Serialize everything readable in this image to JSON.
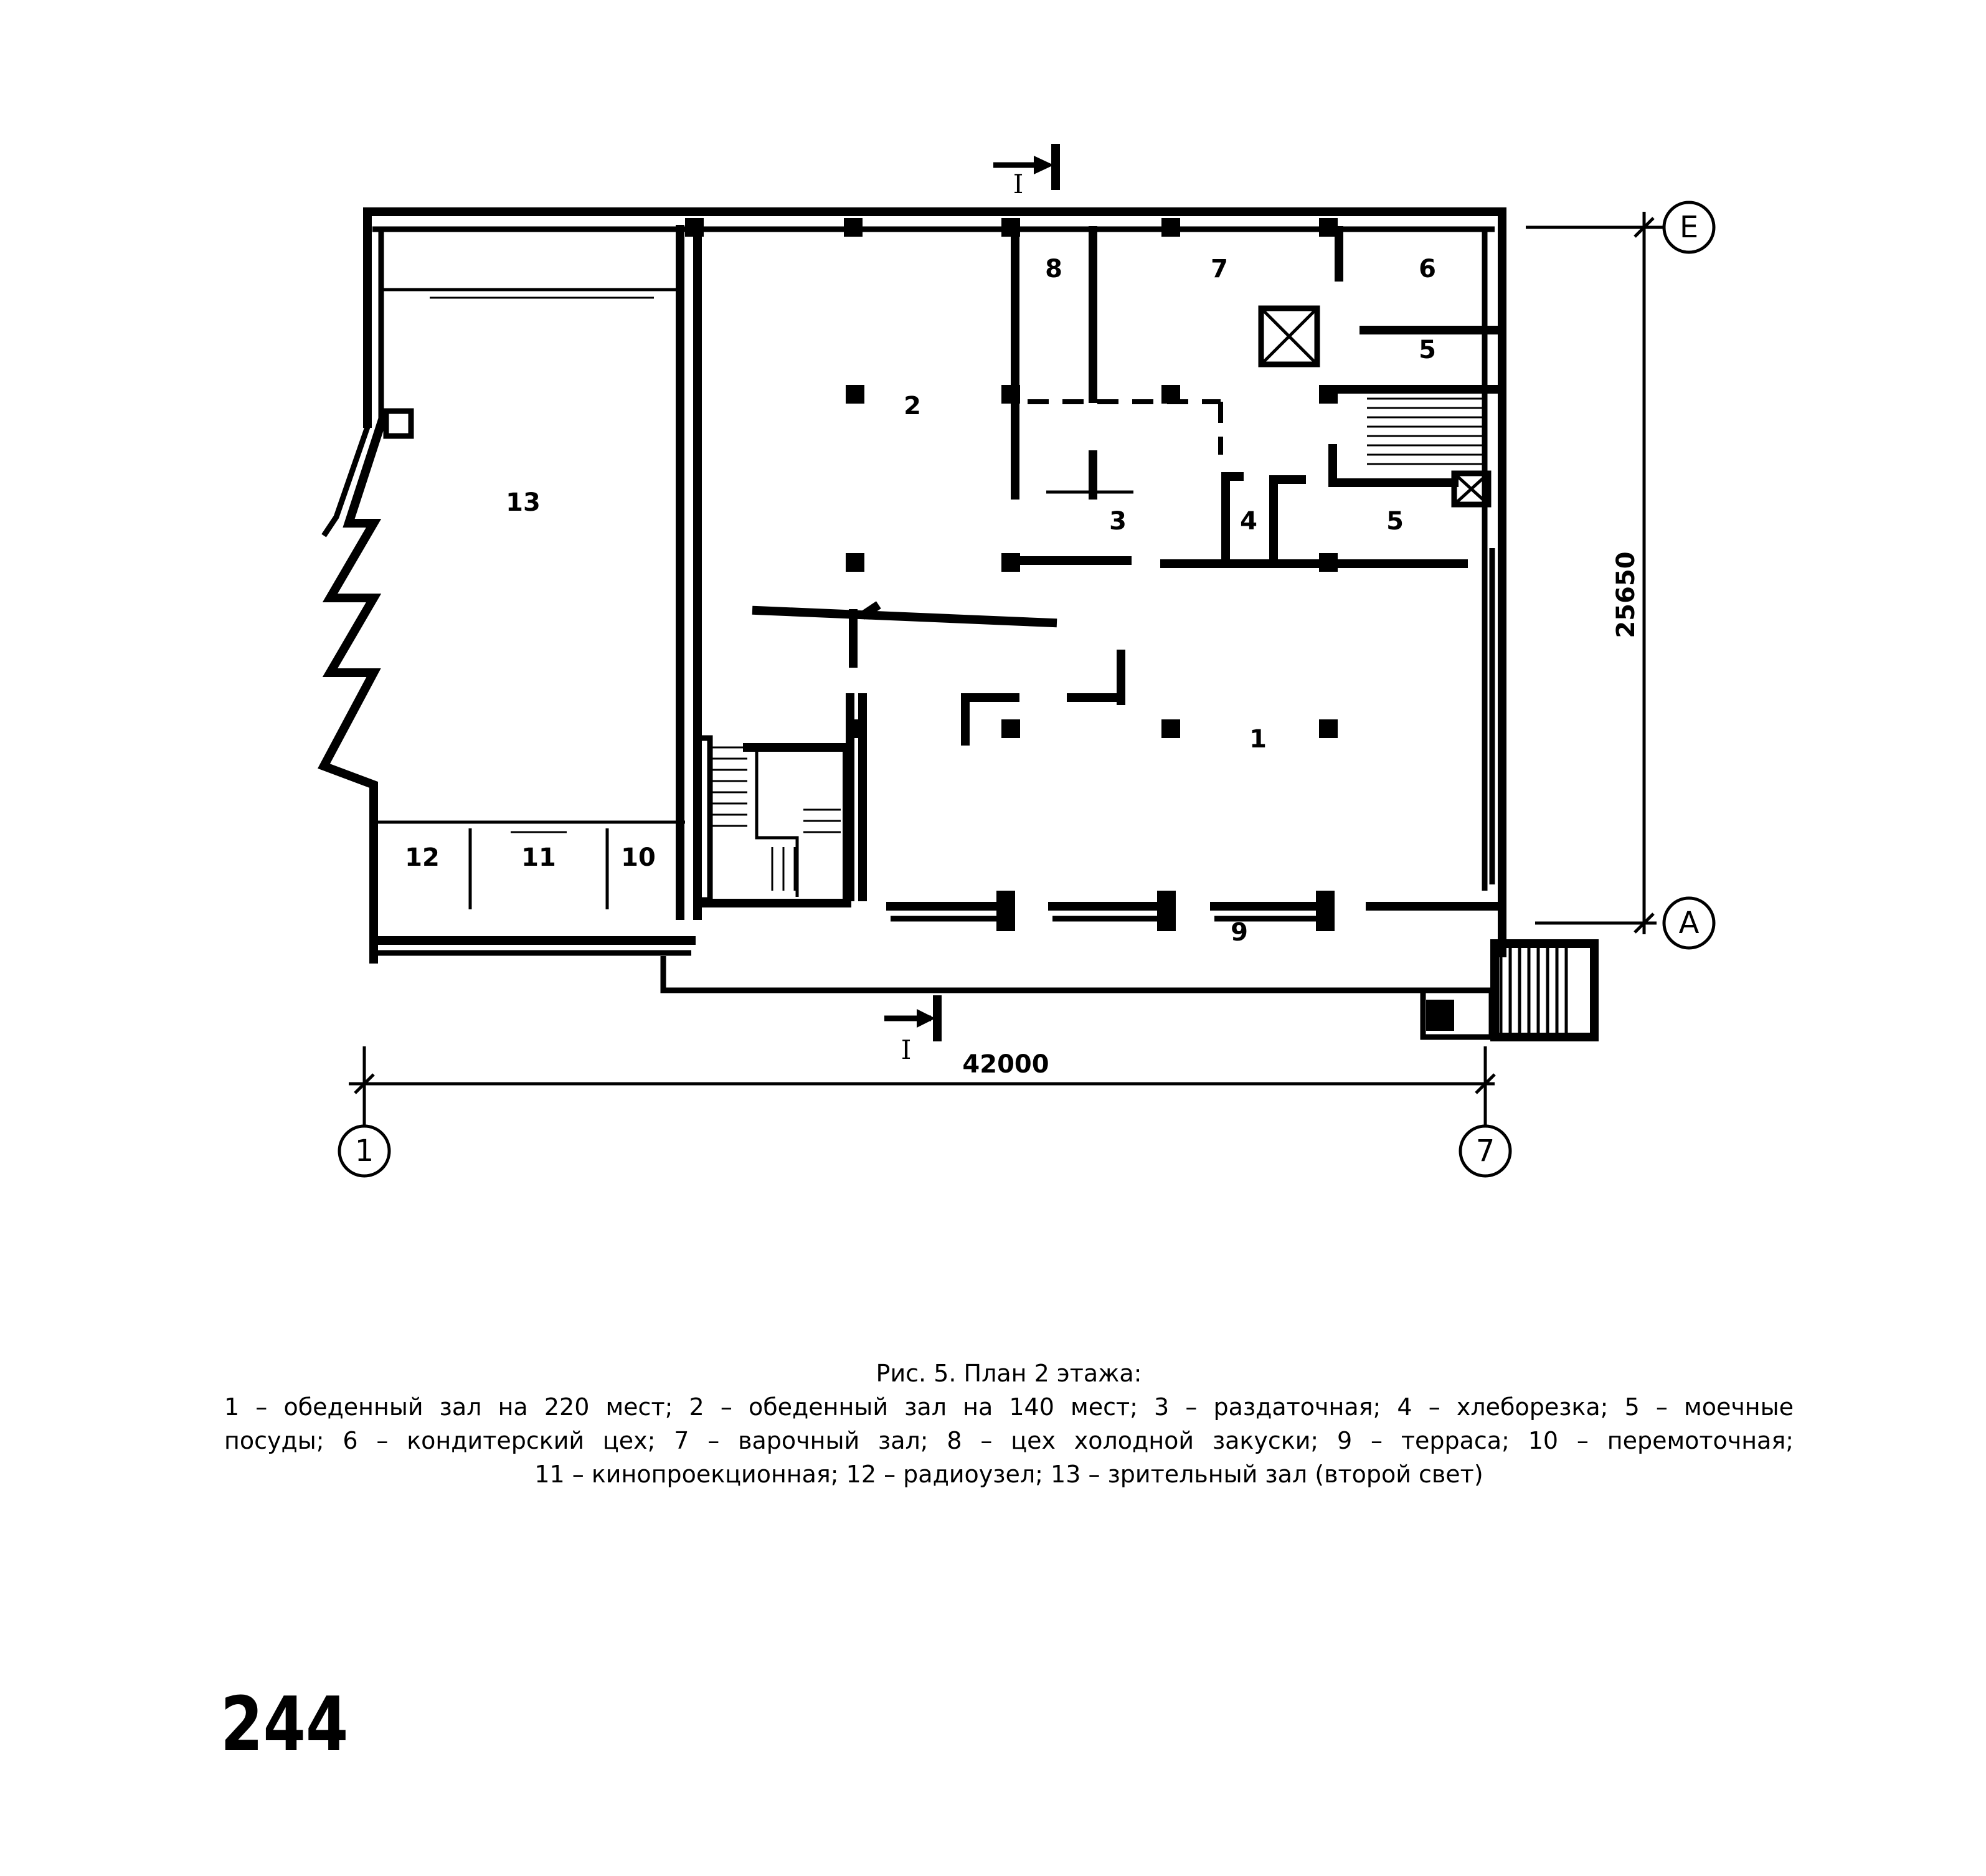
{
  "rooms": [
    {
      "id": "1"
    },
    {
      "id": "2"
    },
    {
      "id": "3"
    },
    {
      "id": "4"
    },
    {
      "id": "5"
    },
    {
      "id": "5"
    },
    {
      "id": "6"
    },
    {
      "id": "7"
    },
    {
      "id": "8"
    },
    {
      "id": "9"
    },
    {
      "id": "10"
    },
    {
      "id": "11"
    },
    {
      "id": "12"
    },
    {
      "id": "13"
    }
  ],
  "axes": {
    "e": "E",
    "a": "A",
    "one": "1",
    "seven": "7"
  },
  "dimensions": {
    "width": "42000",
    "depth": "25650"
  },
  "section_mark": "I",
  "caption": {
    "title": "Рис. 5. План 2 этажа:",
    "line1": "1 – обеденный зал на 220 мест; 2 – обеденный зал на 140 мест; 3 – раздаточная; 4 – хлеборезка; 5 – моечные",
    "line2": "посуды; 6 – кондитерский цех; 7 – варочный зал; 8 – цех холодной закуски; 9 – терраса; 10 –   перемоточная;",
    "line3": "11  – кинопроекционная; 12 – радиоузел; 13 – зрительный зал (второй свет)"
  },
  "page_number": "244"
}
